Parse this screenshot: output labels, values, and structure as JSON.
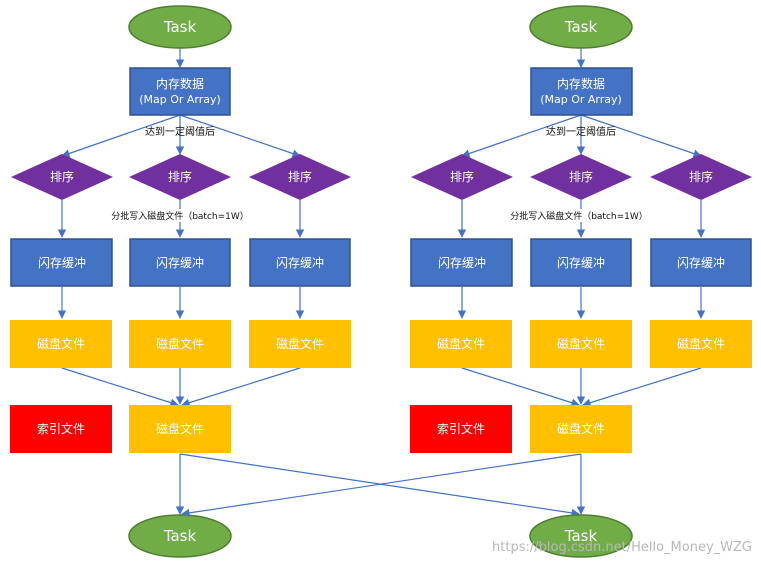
{
  "colors": {
    "task_fill": "#70AD47",
    "task_stroke": "#507E32",
    "blue_fill": "#4472C4",
    "blue_stroke": "#2F528F",
    "sort_fill": "#7030A0",
    "file_fill": "#FFC000",
    "index_fill": "#FF0000",
    "edge": "#4472C4"
  },
  "labels": {
    "task": "Task",
    "memory_line1": "内存数据",
    "memory_line2": "(Map Or Array)",
    "threshold_note": "达到一定阈值后",
    "sort": "排序",
    "batch_note": "分批写入磁盘文件（batch=1W）",
    "buffer": "闪存缓冲",
    "disk_file": "磁盘文件",
    "index_file": "索引文件"
  },
  "watermark": "https://blog.csdn.net/Hello_Money_WZG"
}
